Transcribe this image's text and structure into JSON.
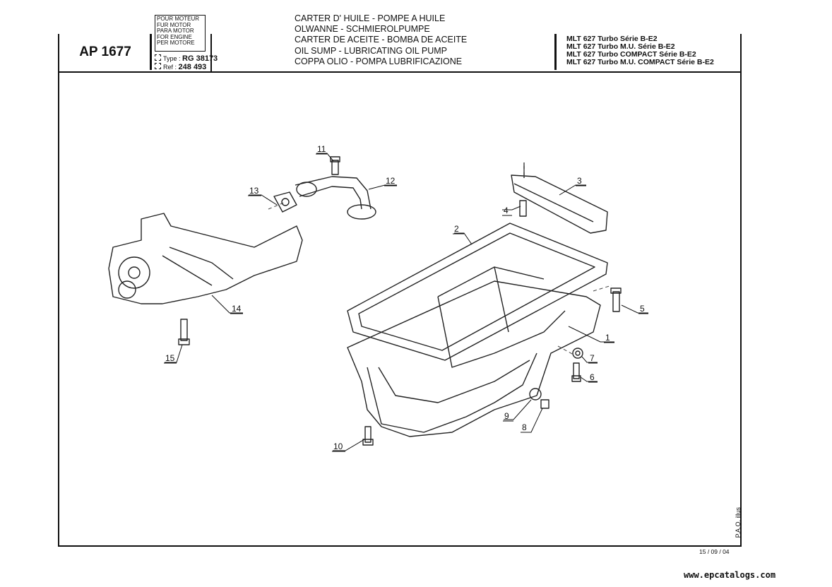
{
  "header": {
    "code": "AP 1677",
    "motor_lines": [
      "POUR MOTEUR",
      "FUR MOTOR",
      "PARA MOTOR",
      "FOR ENGINE",
      "PER MOTORE"
    ],
    "type_label": "Type :",
    "type_value": "RG 38173",
    "ref_label": "Ref :",
    "ref_value": "248 493",
    "titles": [
      "CARTER D' HUILE - POMPE A HUILE",
      "OLWANNE - SCHMIEROLPUMPE",
      "CARTER DE ACEITE - BOMBA DE ACEITE",
      "OIL SUMP - LUBRICATING OIL PUMP",
      "COPPA OLIO - POMPA LUBRIFICAZIONE"
    ],
    "models": [
      "MLT 627 Turbo Série B-E2",
      "MLT 627 Turbo M.U. Série B-E2",
      "MLT 627 Turbo COMPACT Série B-E2",
      "MLT 627 Turbo M.U. COMPACT Série B-E2"
    ]
  },
  "footer": {
    "date": "15 / 09 / 04",
    "pao": "P.A.O. illus",
    "website": "www.epcatalogs.com"
  },
  "callouts": [
    {
      "label": "1"
    },
    {
      "label": "2"
    },
    {
      "label": "3"
    },
    {
      "label": "4"
    },
    {
      "label": "5"
    },
    {
      "label": "6"
    },
    {
      "label": "7"
    },
    {
      "label": "8"
    },
    {
      "label": "9"
    },
    {
      "label": "10"
    },
    {
      "label": "11"
    },
    {
      "label": "12"
    },
    {
      "label": "13"
    },
    {
      "label": "14"
    },
    {
      "label": "15"
    }
  ]
}
